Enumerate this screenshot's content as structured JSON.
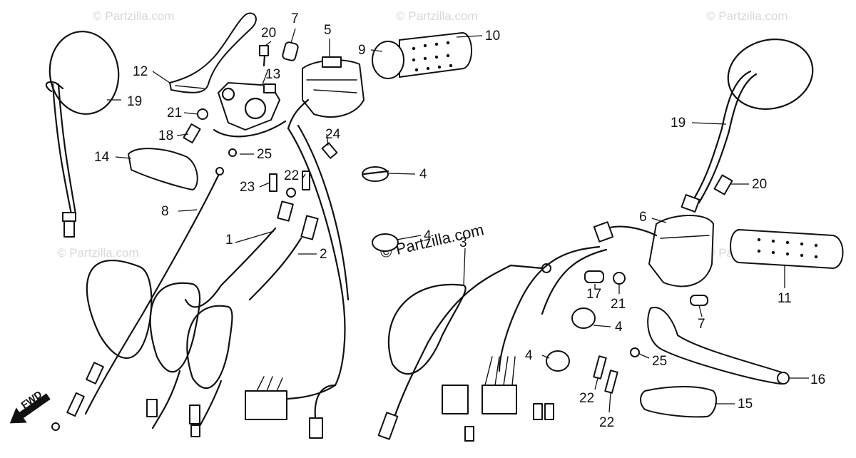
{
  "watermark": "© Partzilla.com",
  "direction_label": "FWD",
  "labels": {
    "p1": "1",
    "p2": "2",
    "p3": "3",
    "p4a": "4",
    "p4b": "4",
    "p4c": "4",
    "p4d": "4",
    "p5": "5",
    "p6": "6",
    "p7a": "7",
    "p7b": "7",
    "p8": "8",
    "p9": "9",
    "p10": "10",
    "p11": "11",
    "p12": "12",
    "p13": "13",
    "p14": "14",
    "p15": "15",
    "p16": "16",
    "p17": "17",
    "p18": "18",
    "p19a": "19",
    "p19b": "19",
    "p20a": "20",
    "p20b": "20",
    "p21a": "21",
    "p21b": "21",
    "p22a": "22",
    "p22b": "22",
    "p22c": "22",
    "p23": "23",
    "p24": "24",
    "p25a": "25",
    "p25b": "25"
  }
}
